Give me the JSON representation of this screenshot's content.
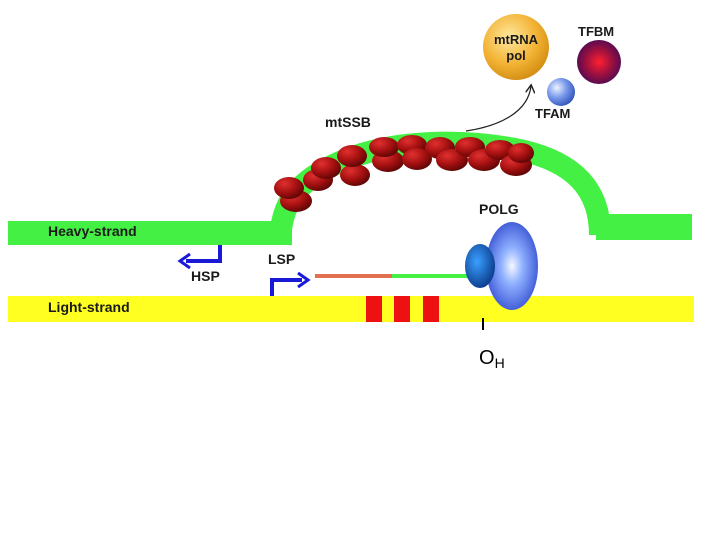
{
  "labels": {
    "heavy_strand": "Heavy-strand",
    "light_strand": "Light-strand",
    "hsp": "HSP",
    "lsp": "LSP",
    "mtssb": "mtSSB",
    "polg": "POLG",
    "tfam": "TFAM",
    "tfbm": "TFBM",
    "mtrna_pol_line1": "mtRNA",
    "mtrna_pol_line2": "pol",
    "origin_main": "O",
    "origin_sub": "H"
  },
  "colors": {
    "heavy_strand": "#44f044",
    "light_strand": "#ffff22",
    "promoter_arrow": "#1a1ad6",
    "rna_primer": "#e07050",
    "new_strand": "#44f044",
    "conserved_boxes": "#ee1111",
    "mtssb_protein": "#a01010",
    "polg_protein": "#3355dd",
    "tfam_protein": "#6f8fe0",
    "tfbm_protein": "#9a1040",
    "mtrna_pol_protein": "#f2b233"
  },
  "icons": {
    "hsp_arrow": "promoter-arrow-left-icon",
    "lsp_arrow": "promoter-arrow-right-icon",
    "release_arrow": "curved-arrow-icon"
  }
}
